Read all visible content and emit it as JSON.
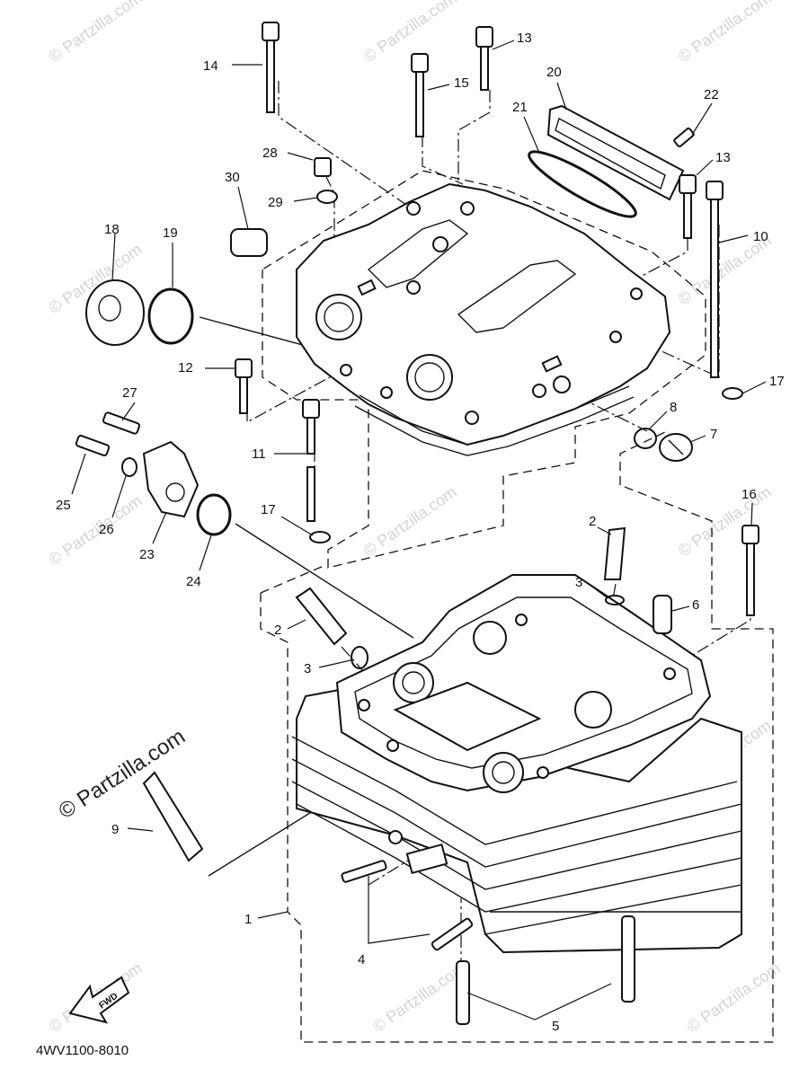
{
  "diagram_code": "4WV1100-8010",
  "fwd_label": "FWD",
  "watermark": "© Partzilla.com",
  "callouts": {
    "c1": "1",
    "c2a": "2",
    "c2b": "2",
    "c3a": "3",
    "c3b": "3",
    "c4": "4",
    "c5": "5",
    "c6": "6",
    "c7": "7",
    "c8": "8",
    "c9": "9",
    "c10": "10",
    "c11": "11",
    "c12": "12",
    "c13a": "13",
    "c13b": "13",
    "c14": "14",
    "c15": "15",
    "c16": "16",
    "c17a": "17",
    "c17b": "17",
    "c18": "18",
    "c19": "19",
    "c20": "20",
    "c21": "21",
    "c22": "22",
    "c23": "23",
    "c24": "24",
    "c25": "25",
    "c26": "26",
    "c27": "27",
    "c28": "28",
    "c29": "29",
    "c30": "30"
  }
}
